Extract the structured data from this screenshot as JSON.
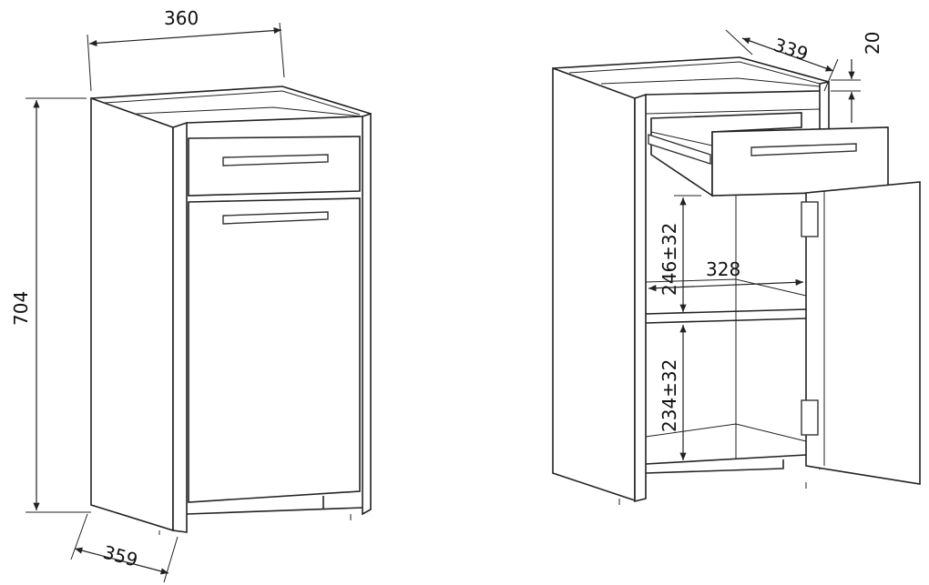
{
  "title": "Cabinet with drawer and door - dimension drawing",
  "left_view": {
    "width_label": "360",
    "height_label": "704",
    "depth_label": "359"
  },
  "right_view": {
    "depth_label": "339",
    "top_rail_label": "20",
    "inner_width_label": "328",
    "upper_space_label": "246±32",
    "lower_space_label": "234±32"
  }
}
